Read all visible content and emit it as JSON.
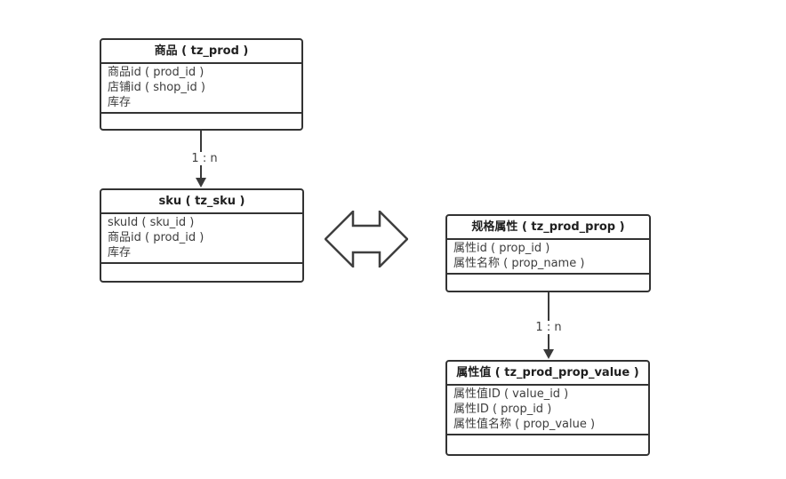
{
  "diagram": {
    "title": "product-sku-property entity relationship diagram",
    "colors": {
      "background": "#ffffff",
      "border": "#333333",
      "header_text": "#1f1f1f",
      "body_text": "#3d3d3d",
      "connector": "#3a3a3a"
    },
    "icons": {
      "bidirectional_relation": "left-right-double-arrow-icon"
    },
    "entities": [
      {
        "id": "prod",
        "title": "商品 ( tz_prod )",
        "fields": [
          "商品id ( prod_id )",
          "店铺id ( shop_id )",
          "库存"
        ]
      },
      {
        "id": "sku",
        "title": "sku ( tz_sku )",
        "fields": [
          "skuId ( sku_id )",
          "商品id ( prod_id )",
          "库存"
        ]
      },
      {
        "id": "prod_prop",
        "title": "规格属性 ( tz_prod_prop )",
        "fields": [
          "属性id ( prop_id )",
          "属性名称 ( prop_name )"
        ]
      },
      {
        "id": "prod_prop_value",
        "title": "属性值 ( tz_prod_prop_value )",
        "fields": [
          "属性值ID ( value_id )",
          "属性ID ( prop_id )",
          "属性值名称 ( prop_value )"
        ]
      }
    ],
    "connectors": [
      {
        "from": "prod",
        "to": "sku",
        "label": "1 : n",
        "direction": "down"
      },
      {
        "from": "prod_prop",
        "to": "prod_prop_value",
        "label": "1 : n",
        "direction": "down"
      }
    ]
  }
}
